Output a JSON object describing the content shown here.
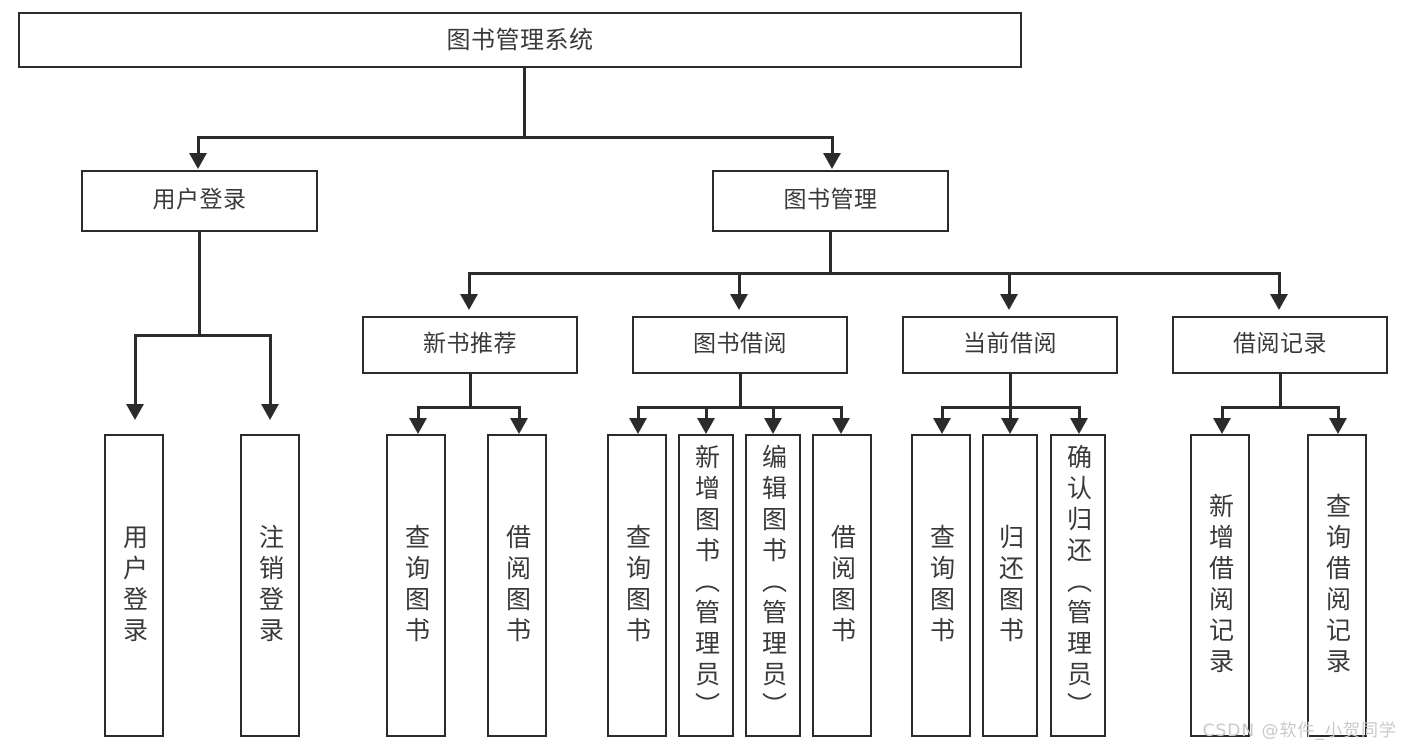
{
  "diagram": {
    "title": "图书管理系统",
    "type": "tree",
    "root": {
      "label": "图书管理系统"
    },
    "level2": [
      {
        "label": "用户登录"
      },
      {
        "label": "图书管理"
      }
    ],
    "level3": [
      {
        "label": "新书推荐"
      },
      {
        "label": "图书借阅"
      },
      {
        "label": "当前借阅"
      },
      {
        "label": "借阅记录"
      }
    ],
    "leaves": {
      "user_login": [
        {
          "label": "用户登录"
        },
        {
          "label": "注销登录"
        }
      ],
      "new_book_rec": [
        {
          "label": "查询图书"
        },
        {
          "label": "借阅图书"
        }
      ],
      "book_borrow": [
        {
          "label": "查询图书"
        },
        {
          "label": "新增图书（管理员）"
        },
        {
          "label": "编辑图书（管理员）"
        },
        {
          "label": "借阅图书"
        }
      ],
      "current_borrow": [
        {
          "label": "查询图书"
        },
        {
          "label": "归还图书"
        },
        {
          "label": "确认归还（管理员）"
        }
      ],
      "borrow_record": [
        {
          "label": "新增借阅记录"
        },
        {
          "label": "查询借阅记录"
        }
      ]
    }
  },
  "watermark": {
    "text": "CSDN @软件_小贺同学"
  },
  "colors": {
    "stroke": "#2b2b2b",
    "text": "#3a3a3a",
    "background": "#ffffff",
    "watermark": "#c9c9c9"
  }
}
